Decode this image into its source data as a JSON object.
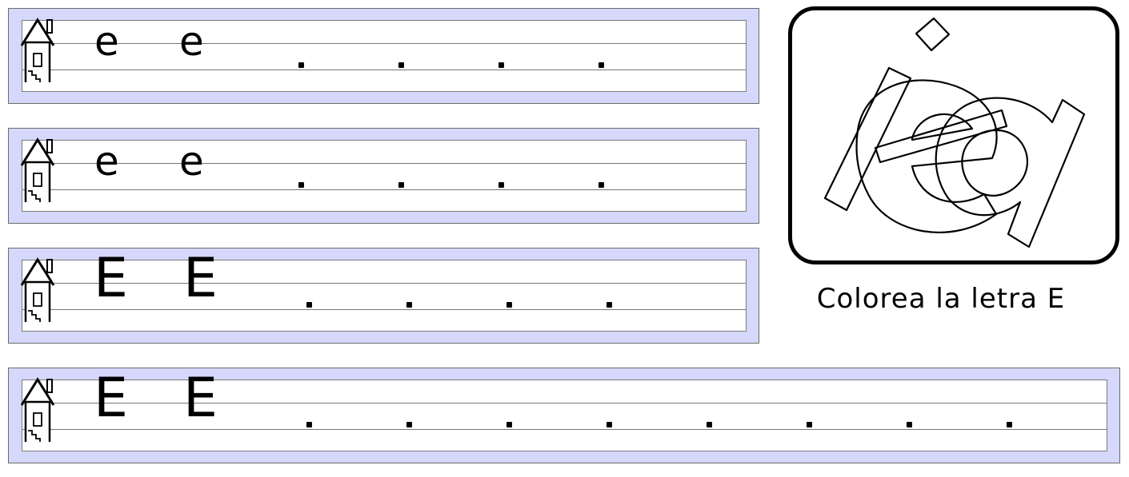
{
  "rows": [
    {
      "letter": "e",
      "case": "lower"
    },
    {
      "letter": "e",
      "case": "lower"
    },
    {
      "letter": "E",
      "case": "upper"
    },
    {
      "letter": "E",
      "case": "upper"
    }
  ],
  "colors": {
    "strip_background": "#d5d8fb",
    "rule_line": "#777777",
    "ink": "#000000"
  },
  "icons": {
    "row_marker": "house-icon",
    "coloring_picture": "letter-drawing"
  },
  "coloring": {
    "caption": "Colorea la letra E"
  }
}
